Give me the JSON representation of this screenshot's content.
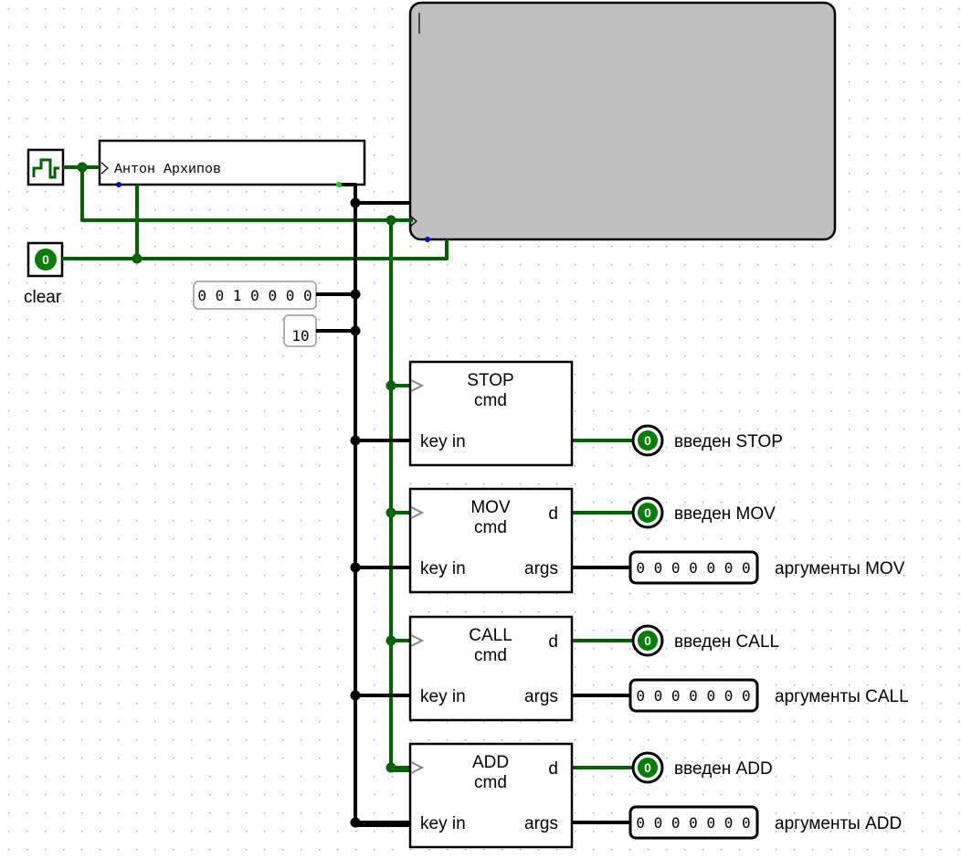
{
  "colors": {
    "wire_active": "#006400",
    "wire_bus": "#000000",
    "display_bg": "#c0c0c0",
    "led_on": "#008000",
    "pin_blue": "#0000ff",
    "pin_green": "#00dd00"
  },
  "clock": {
    "icon": "clock-square-wave-icon"
  },
  "clear_pin": {
    "value": "0",
    "label": "clear"
  },
  "keyboard": {
    "label": "Антон Архипов"
  },
  "constants": {
    "bits": "0 0 1 0 0 0 0",
    "hex": "10"
  },
  "modules": [
    {
      "name": "STOP",
      "sub": "cmd",
      "key_in": "key in",
      "d": "",
      "args": ""
    },
    {
      "name": "MOV",
      "sub": "cmd",
      "key_in": "key in",
      "d": "d",
      "args": "args"
    },
    {
      "name": "CALL",
      "sub": "cmd",
      "key_in": "key in",
      "d": "d",
      "args": "args"
    },
    {
      "name": "ADD",
      "sub": "cmd",
      "key_in": "key in",
      "d": "d",
      "args": "args"
    }
  ],
  "leds": [
    {
      "value": "0",
      "label": "введен STOP"
    },
    {
      "value": "0",
      "label": "введен MOV"
    },
    {
      "value": "0",
      "label": "введен CALL"
    },
    {
      "value": "0",
      "label": "введен ADD"
    }
  ],
  "probes": [
    {
      "value": "0 0 0 0 0 0 0",
      "label": "аргументы MOV"
    },
    {
      "value": "0 0 0 0 0 0 0",
      "label": "аргументы CALL"
    },
    {
      "value": "0 0 0 0 0 0 0",
      "label": "аргументы ADD"
    }
  ]
}
